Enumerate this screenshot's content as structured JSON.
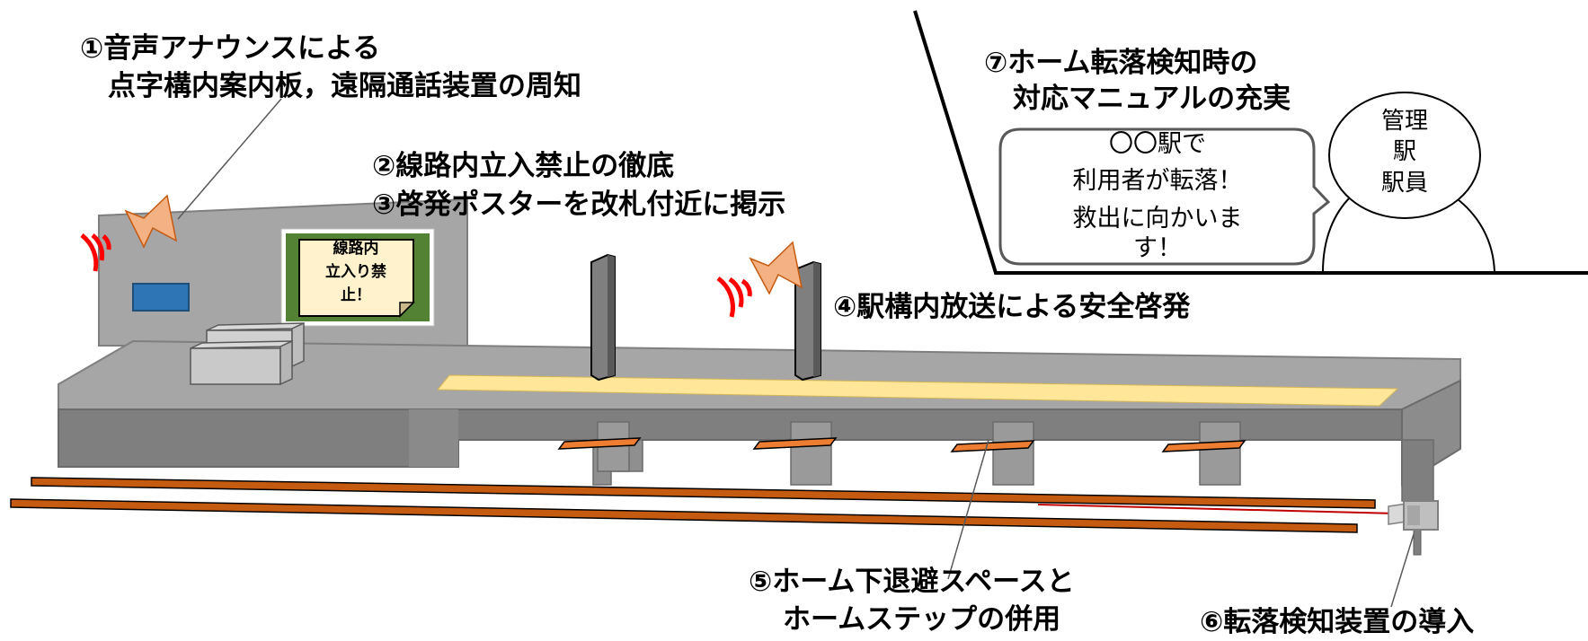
{
  "labels": {
    "l1a": "①音声アナウンスによる",
    "l1b": "点字構内案内板，遠隔通話装置の周知",
    "l2": "②線路内立入禁止の徹底",
    "l3": "③啓発ポスターを改札付近に掲示",
    "l4": "④駅構内放送による安全啓発",
    "l5a": "⑤ホーム下退避スペースと",
    "l5b": "ホームステップの併用",
    "l6": "⑥転落検知装置の導入",
    "l7a": "⑦ホーム転落検知時の",
    "l7b": "対応マニュアルの充実"
  },
  "poster": {
    "line1": "線路内",
    "line2": "立入り禁",
    "line3": "止！"
  },
  "bubble": {
    "line1": "〇〇駅で",
    "line2": "利用者が転落！",
    "line3": "救出に向かいま",
    "line4": "す！"
  },
  "manager": {
    "line1": "管理",
    "line2": "駅",
    "line3": "駅員"
  },
  "colors": {
    "platform_top": "#a6a6a6",
    "platform_front": "#7f7f7f",
    "tactile_strip": "#ffe699",
    "poster_frame": "#548235",
    "poster_paper": "#fff2cc",
    "speaker": "#f4b183",
    "sound_waves": "#ff0000",
    "rail": "#c55a11",
    "step": "#ed7d31",
    "sign_blue": "#2e75b6",
    "laser": "#c00000"
  },
  "icons": [
    "speaker-icon",
    "sound-waves-icon",
    "fall-detector-icon",
    "poster-icon"
  ]
}
